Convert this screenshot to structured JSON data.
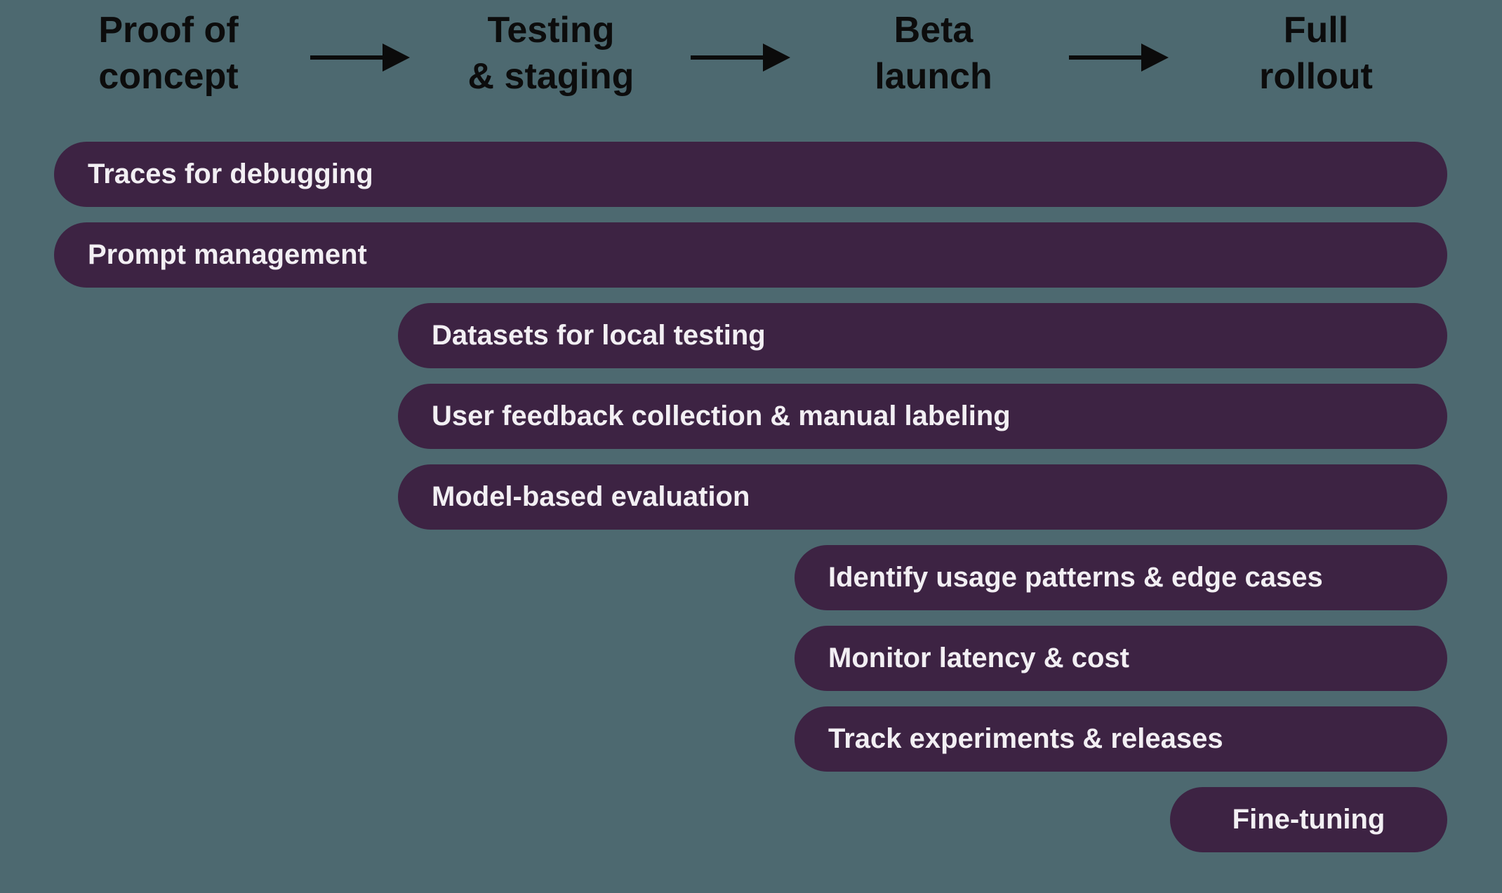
{
  "theme": {
    "background_color": "#4D6970",
    "bar_color": "#3D2343",
    "bar_text_color": "#F2EFF3",
    "header_text_color": "#0C0C0C",
    "arrow_color": "#0B0B0B"
  },
  "phases": [
    {
      "line1": "Proof of",
      "line2": "concept"
    },
    {
      "line1": "Testing",
      "line2": "& staging"
    },
    {
      "line1": "Beta",
      "line2": "launch"
    },
    {
      "line1": "Full",
      "line2": "rollout"
    }
  ],
  "bars": [
    {
      "label": "Traces for debugging",
      "start_phase": "Proof of concept",
      "end_phase": "Full rollout"
    },
    {
      "label": "Prompt management",
      "start_phase": "Proof of concept",
      "end_phase": "Full rollout"
    },
    {
      "label": "Datasets for local testing",
      "start_phase": "Testing & staging",
      "end_phase": "Full rollout"
    },
    {
      "label": "User feedback collection & manual labeling",
      "start_phase": "Testing & staging",
      "end_phase": "Full rollout"
    },
    {
      "label": "Model-based evaluation",
      "start_phase": "Testing & staging",
      "end_phase": "Full rollout"
    },
    {
      "label": "Identify usage patterns & edge cases",
      "start_phase": "Beta launch",
      "end_phase": "Full rollout"
    },
    {
      "label": "Monitor latency & cost",
      "start_phase": "Beta launch",
      "end_phase": "Full rollout"
    },
    {
      "label": "Track experiments & releases",
      "start_phase": "Beta launch",
      "end_phase": "Full rollout"
    },
    {
      "label": "Fine-tuning",
      "start_phase": "Full rollout",
      "end_phase": "Full rollout"
    }
  ]
}
